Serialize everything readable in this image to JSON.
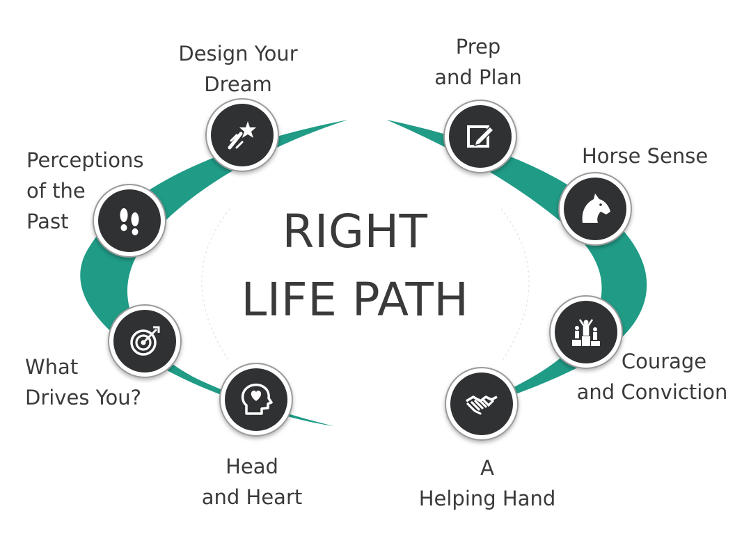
{
  "title": {
    "line1": "RIGHT",
    "line2": "LIFE PATH"
  },
  "colors": {
    "accent": "#1f9b86",
    "node_fill": "#2f3133",
    "node_ring": "#9a9a9a",
    "icon": "#ffffff",
    "text": "#3a3a3a"
  },
  "steps": [
    {
      "id": "design-your-dream",
      "icon": "shooting-star-icon",
      "label": [
        "Design Your",
        "Dream"
      ]
    },
    {
      "id": "prep-and-plan",
      "icon": "edit-note-icon",
      "label": [
        "Prep",
        "and Plan"
      ]
    },
    {
      "id": "horse-sense",
      "icon": "horse-head-icon",
      "label": [
        "Horse Sense"
      ]
    },
    {
      "id": "courage-and-conviction",
      "icon": "podium-winners-icon",
      "label": [
        "Courage",
        "and Conviction"
      ]
    },
    {
      "id": "a-helping-hand",
      "icon": "handshake-icon",
      "label": [
        "A",
        "Helping Hand"
      ]
    },
    {
      "id": "head-and-heart",
      "icon": "head-heart-icon",
      "label": [
        "Head",
        "and Heart"
      ]
    },
    {
      "id": "what-drives-you",
      "icon": "target-icon",
      "label": [
        "What",
        "Drives You?"
      ]
    },
    {
      "id": "perceptions-of-the-past",
      "icon": "footprints-icon",
      "label": [
        "Perceptions",
        "of the",
        "Past"
      ]
    }
  ]
}
